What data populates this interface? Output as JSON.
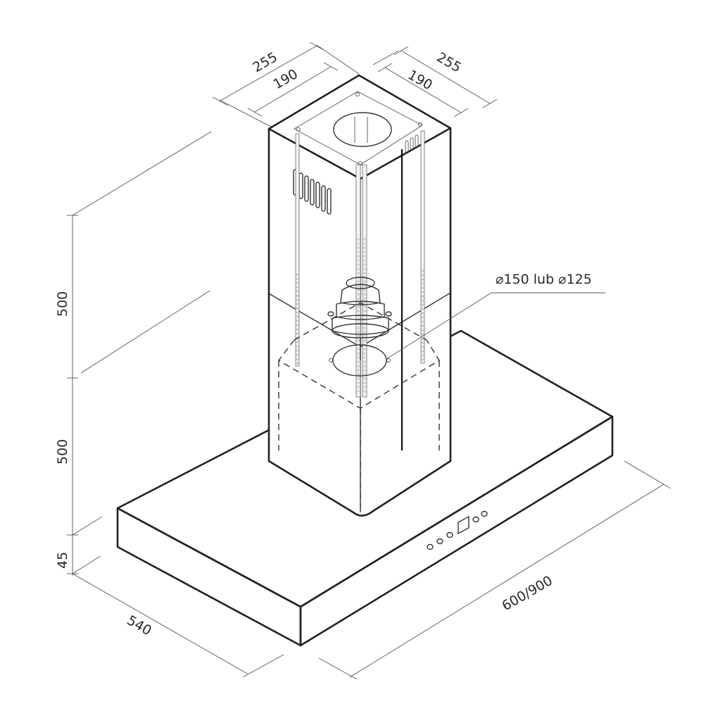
{
  "diagram": {
    "dimensions": {
      "top_outer_left": "255",
      "top_inner_left": "190",
      "top_outer_right": "255",
      "top_inner_right": "190",
      "upper_chimney_height": "500",
      "lower_chimney_height": "500",
      "canopy_height": "45",
      "depth": "540",
      "width": "600/900",
      "outlet_diameter": "⌀150 lub ⌀125"
    },
    "colors": {
      "line": "#222222",
      "background": "#ffffff"
    }
  }
}
